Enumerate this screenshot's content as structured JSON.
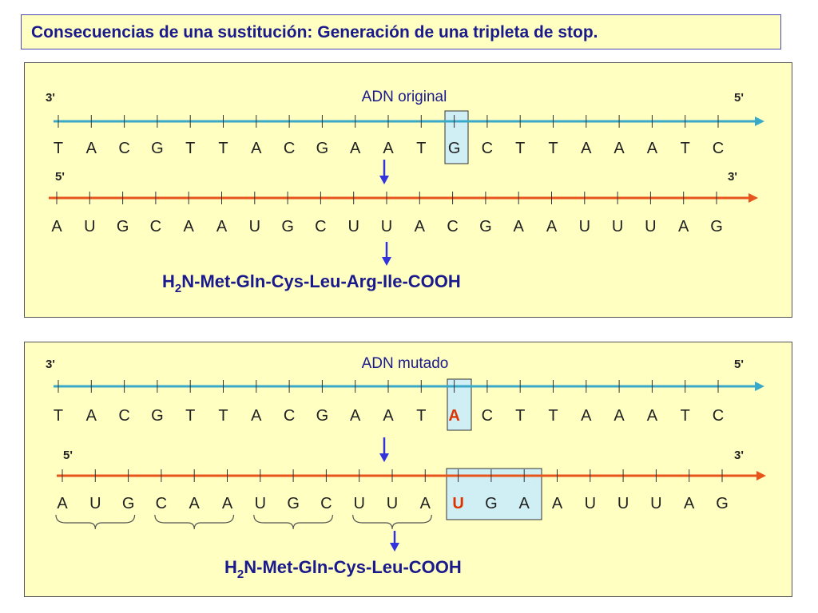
{
  "title": "Consecuencias de una sustitución: Generación de una tripleta de stop.",
  "colors": {
    "background": "#ffffc2",
    "dna_strand": "#3aa8c8",
    "mrna_strand": "#e8551c",
    "arrow": "#3333dd",
    "highlight": "#cfeff5",
    "mutation": "#dd3300",
    "text_blue": "#1a1a8c"
  },
  "panels": [
    {
      "title": "ADN original",
      "dna_left": "3'",
      "dna_right": "5'",
      "dna_bases": [
        "T",
        "A",
        "C",
        "G",
        "T",
        "T",
        "A",
        "C",
        "G",
        "A",
        "A",
        "T",
        "G",
        "C",
        "T",
        "T",
        "A",
        "A",
        "A",
        "T",
        "C"
      ],
      "mrna_left": "5'",
      "mrna_right": "3'",
      "mrna_bases": [
        "A",
        "U",
        "G",
        "C",
        "A",
        "A",
        "U",
        "G",
        "C",
        "U",
        "U",
        "A",
        "C",
        "G",
        "A",
        "A",
        "U",
        "U",
        "U",
        "A",
        "G"
      ],
      "protein_prefix": "H",
      "protein_sub": "2",
      "protein_rest": "N-Met-Gln-Cys-Leu-Arg-Ile-COOH"
    },
    {
      "title": "ADN mutado",
      "dna_left": "3'",
      "dna_right": "5'",
      "dna_bases": [
        "T",
        "A",
        "C",
        "G",
        "T",
        "T",
        "A",
        "C",
        "G",
        "A",
        "A",
        "T",
        "A",
        "C",
        "T",
        "T",
        "A",
        "A",
        "A",
        "T",
        "C"
      ],
      "mrna_left": "5'",
      "mrna_right": "3'",
      "mrna_bases": [
        "A",
        "U",
        "G",
        "C",
        "A",
        "A",
        "U",
        "G",
        "C",
        "U",
        "U",
        "A",
        "U",
        "G",
        "A",
        "A",
        "U",
        "U",
        "U",
        "A",
        "G"
      ],
      "protein_prefix": "H",
      "protein_sub": "2",
      "protein_rest": "N-Met-Gln-Cys-Leu-COOH"
    }
  ]
}
